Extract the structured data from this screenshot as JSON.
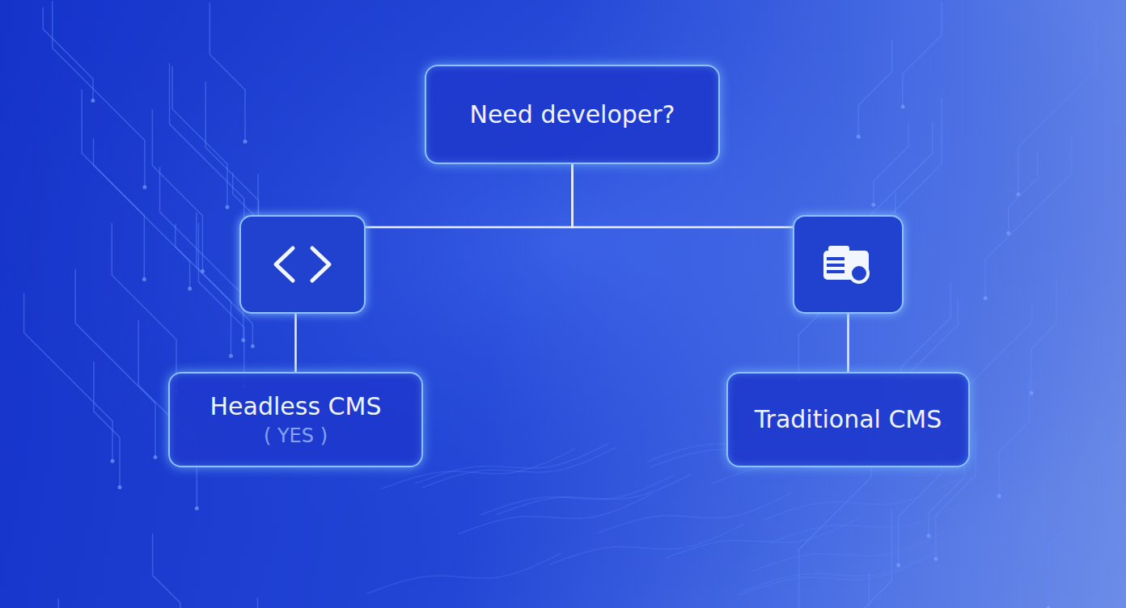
{
  "diagram": {
    "nodes": [
      {
        "text": [
          "Need developer?"
        ]
      },
      {
        "text": [
          "Headless CMS",
          "( YES )"
        ]
      },
      {
        "text": [
          "Traditional CMS"
        ]
      }
    ],
    "edges": [
      {
        "from": 0,
        "to": 1,
        "arrow": "none"
      },
      {
        "from": 0,
        "to": 2,
        "arrow": "none"
      }
    ]
  }
}
